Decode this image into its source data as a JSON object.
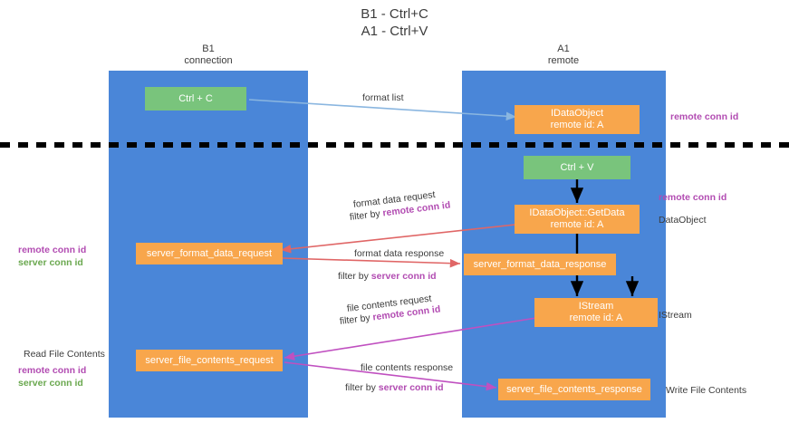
{
  "title": "B1 - Ctrl+C\nA1 - Ctrl+V",
  "lanes": [
    {
      "name": "B1",
      "role": "connection",
      "header": "B1\nconnection"
    },
    {
      "name": "A1",
      "role": "remote",
      "header": "A1\nremote"
    }
  ],
  "colors": {
    "lane": "#4a86d8",
    "box_orange": "#f8a64c",
    "box_green": "#79c47c",
    "remote_conn_id": "#b24cb2",
    "server_conn_id": "#6aa84f",
    "arrow_blue": "#8ab6e0",
    "arrow_red": "#e06666",
    "arrow_magenta": "#c050c0",
    "arrow_black": "#000000",
    "divider": "#000000"
  },
  "boxes": {
    "ctrl_c": {
      "line1": "Ctrl + C",
      "line2": ""
    },
    "idataobject_remote": {
      "line1": "IDataObject",
      "line2": "remote id: A"
    },
    "ctrl_v": {
      "line1": "Ctrl + V",
      "line2": ""
    },
    "getdata": {
      "line1": "IDataObject::GetData",
      "line2": "remote id: A"
    },
    "server_format_data_request": {
      "line1": "server_format_data_request",
      "line2": ""
    },
    "server_format_data_response": {
      "line1": "server_format_data_response",
      "line2": ""
    },
    "istream": {
      "line1": "IStream",
      "line2": "remote id: A"
    },
    "server_file_contents_request": {
      "line1": "server_file_contents_request",
      "line2": ""
    },
    "server_file_contents_response": {
      "line1": "server_file_contents_response",
      "line2": ""
    }
  },
  "arrow_labels": {
    "format_list": "format list",
    "format_data_request": "format data request",
    "format_data_request_filter_prefix": "filter by ",
    "format_data_request_filter_key": "remote conn id",
    "format_data_response": "format data response",
    "format_data_response_filter_prefix": "filter by ",
    "format_data_response_filter_key": "server conn id",
    "file_contents_request": "file contents request",
    "file_contents_request_filter_prefix": "filter by ",
    "file_contents_request_filter_key": "remote conn id",
    "file_contents_response": "file contents response",
    "file_contents_response_filter_prefix": "filter by ",
    "file_contents_response_filter_key": "server conn id"
  },
  "annotations": {
    "right_remote_conn_id_top": "remote conn id",
    "right_remote_conn_id_mid": "remote conn id",
    "right_dataobject": "DataObject",
    "right_istream": "IStream",
    "right_write_file_contents": "Write File Contents",
    "left_remote_conn_id_mid": "remote conn id",
    "left_server_conn_id_mid": "server conn id",
    "left_read_file_contents": "Read File Contents",
    "left_remote_conn_id_bottom": "remote conn id",
    "left_server_conn_id_bottom": "server conn id"
  }
}
